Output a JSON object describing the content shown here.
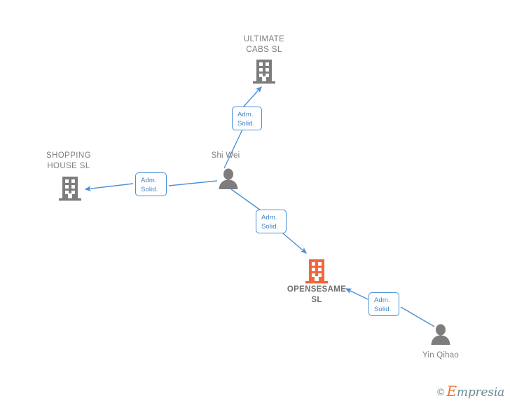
{
  "graph": {
    "title": "Empresia relationship graph",
    "colors": {
      "company": "#808080",
      "focus_company": "#f4653a",
      "person": "#808080",
      "edge": "#4a90d9",
      "tag_border": "#4a90d9",
      "tag_text": "#3f7fc4",
      "background": "#ffffff"
    },
    "nodes": [
      {
        "id": "ultimate-cabs",
        "type": "company",
        "label": "ULTIMATE\nCABS  SL",
        "icon": "building-icon",
        "focus": false
      },
      {
        "id": "shopping-house",
        "type": "company",
        "label": "SHOPPING\nHOUSE  SL",
        "icon": "building-icon",
        "focus": false
      },
      {
        "id": "shi-wei",
        "type": "person",
        "label": "Shi Wei",
        "icon": "person-icon",
        "focus": false
      },
      {
        "id": "opensesame",
        "type": "company",
        "label": "OPENSESAME\nSL",
        "icon": "building-icon",
        "focus": true
      },
      {
        "id": "yin-qihao",
        "type": "person",
        "label": "Yin Qihao",
        "icon": "person-icon",
        "focus": false
      }
    ],
    "edges": [
      {
        "id": "edge-shiwei-ultimatecabs",
        "from": "shi-wei",
        "to": "ultimate-cabs",
        "tag": "Adm.\nSolid."
      },
      {
        "id": "edge-shiwei-shoppinghouse",
        "from": "shi-wei",
        "to": "shopping-house",
        "tag": "Adm.\nSolid."
      },
      {
        "id": "edge-shiwei-opensesame",
        "from": "shi-wei",
        "to": "opensesame",
        "tag": "Adm.\nSolid."
      },
      {
        "id": "edge-yinqihao-opensesame",
        "from": "yin-qihao",
        "to": "opensesame",
        "tag": "Adm.\nSolid."
      }
    ]
  },
  "watermark": {
    "copyright": "©",
    "brand_cap": "E",
    "brand_rest": "mpresia"
  }
}
